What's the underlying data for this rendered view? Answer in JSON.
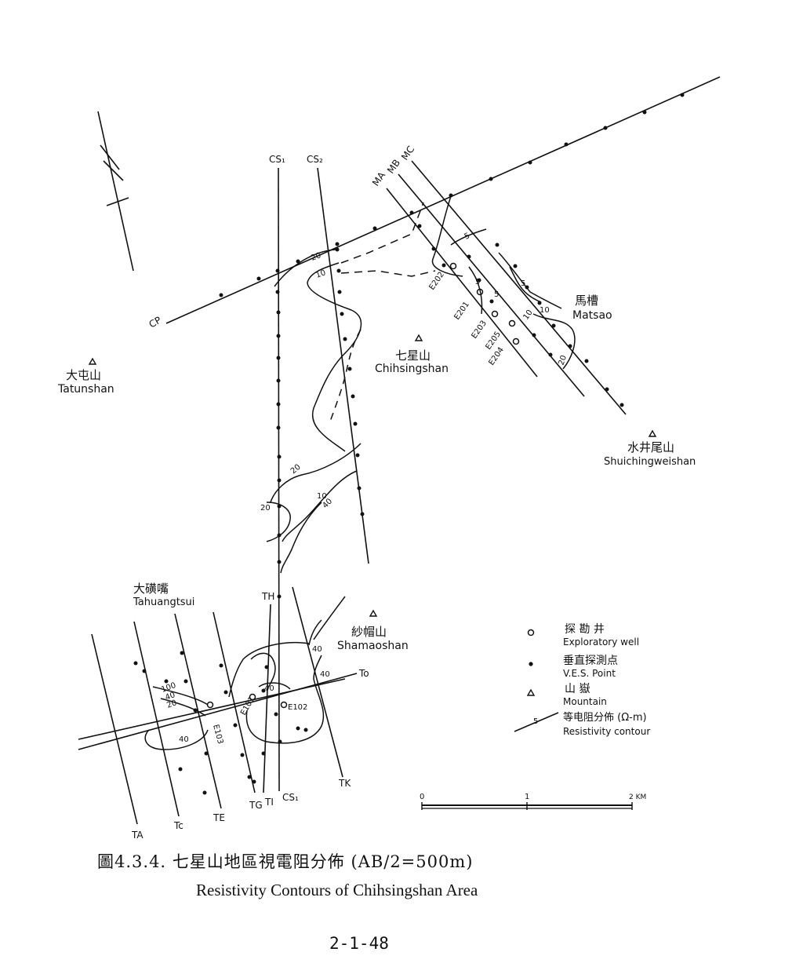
{
  "lines": {
    "cp": "CP",
    "cs1": "CS₁",
    "cs2": "CS₂",
    "cs1_bottom": "CS₁",
    "ma": "MA",
    "mb": "MB",
    "mc": "MC",
    "ta": "TA",
    "tc": "Tc",
    "te": "TE",
    "tg": "TG",
    "ti": "TI",
    "th": "TH",
    "tk": "TK",
    "to": "To"
  },
  "places": {
    "tatunshan_cn": "大屯山",
    "tatunshan_en": "Tatunshan",
    "chihsingshan_cn": "七星山",
    "chihsingshan_en": "Chihsingshan",
    "matsao_cn": "馬槽",
    "matsao_en": "Matsao",
    "shuiching_cn": "水井尾山",
    "shuiching_en": "Shuichingweishan",
    "tahuang_cn": "大磺嘴",
    "tahuang_en": "Tahuangtsui",
    "shamao_cn": "紗帽山",
    "shamao_en": "Shamaoshan"
  },
  "wells": {
    "e202": "E202",
    "e201": "E201",
    "e203": "E203",
    "e205": "E205",
    "e204": "E204",
    "e101": "E101",
    "e102": "E102",
    "e103": "E103"
  },
  "contours": {
    "c20a": "20",
    "c10a": "10",
    "c5a": "5",
    "c5b": "5",
    "c5c": "5",
    "c10b": "10",
    "c5d": "5",
    "c10c": "10",
    "c20b": "20",
    "c20c": "20",
    "c20d": "20",
    "c40a": "40",
    "c10d": "10",
    "c40b": "40",
    "c100": "100",
    "c40c": "40",
    "c20e": "20",
    "c40d": "40",
    "c40e": "40",
    "c40f": "40"
  },
  "legend": {
    "well_cn": "探 勘 井",
    "well_en": "Exploratory well",
    "ves_cn": "垂直探測点",
    "ves_en": "V.E.S. Point",
    "mountain_cn": "山      嶽",
    "mountain_en": "Mountain",
    "contour_cn": "等电阻分佈 (Ω-m)",
    "contour_en": "Resistivity contour",
    "contour_sample": "5"
  },
  "scale": {
    "tick0": "0",
    "tick1": "1",
    "tick2": "2 KM"
  },
  "caption": {
    "cn": "圖4.3.4. 七星山地區視電阻分佈 (AB/2=500m)",
    "en": "Resistivity Contours of Chihsingshan Area"
  },
  "page_number": "2-1-48",
  "colors": {
    "ink": "#111111",
    "paper": "#ffffff"
  }
}
